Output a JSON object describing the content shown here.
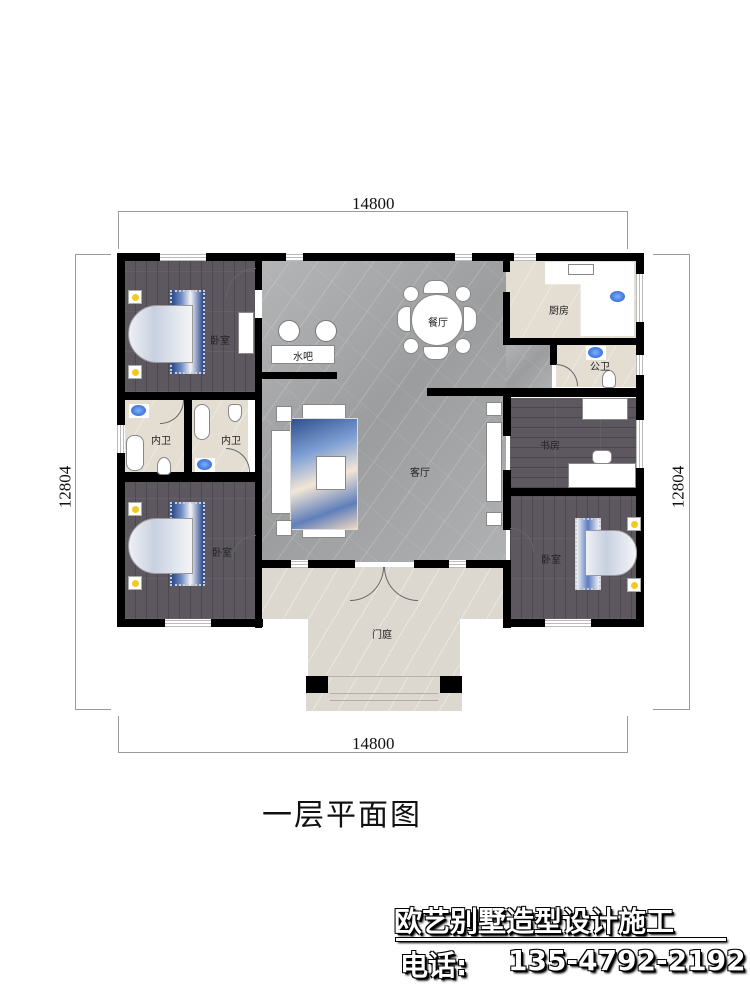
{
  "dimensions": {
    "top_width": "14800",
    "bottom_width": "14800",
    "left_height": "12804",
    "right_height": "12804"
  },
  "rooms": {
    "bedroom_nw": "卧室",
    "bathroom_1": "内卫",
    "bathroom_2": "内卫",
    "bedroom_sw": "卧室",
    "water_bar": "水吧",
    "dining": "餐厅",
    "kitchen": "厨房",
    "public_bath": "公卫",
    "living": "客厅",
    "study": "书房",
    "bedroom_e": "卧室",
    "porch": "门庭"
  },
  "title": "一层平面图",
  "brand": {
    "company": "欧艺别墅造型设计施工",
    "phone_label": "电话:",
    "phone": "135-4792-2192"
  },
  "colors": {
    "wall": "#000000",
    "wood_floor": "#5d5860",
    "marble_floor": "#a9aaab",
    "tile_floor": "#e3ddd2",
    "porch_floor": "#dcd8d0"
  }
}
